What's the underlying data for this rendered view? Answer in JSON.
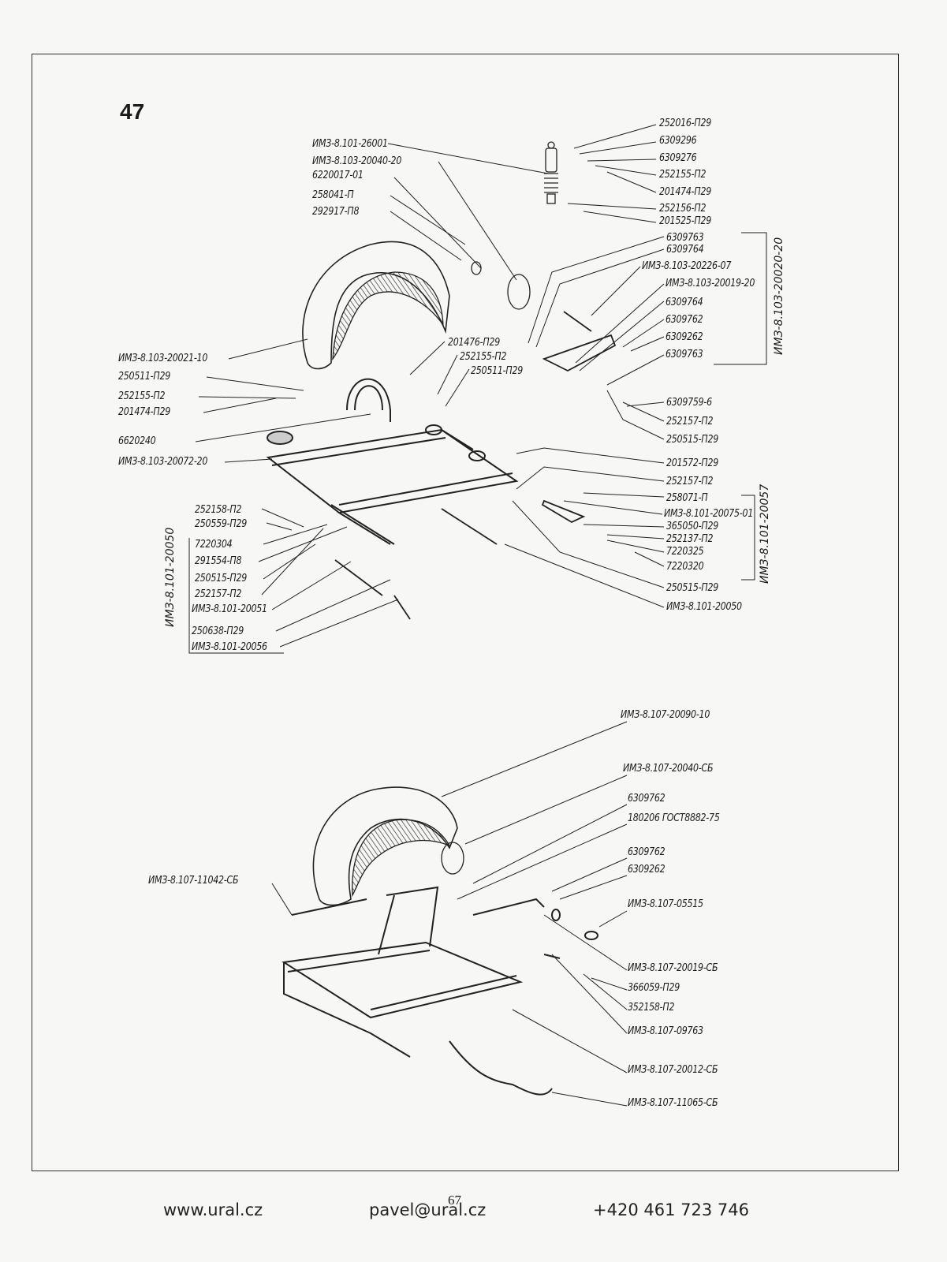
{
  "figure_number": "47",
  "page_number": "67",
  "top_assembly": {
    "left_labels": [
      "ИМЗ-8.101-26001",
      "ИМЗ-8.103-20040-20",
      "6220017-01",
      "258041-П",
      "292917-П8"
    ],
    "right_labels": [
      "252016-П29",
      "6309296",
      "6309276",
      "252155-П2",
      "201474-П29",
      "252156-П2",
      "201525-П29",
      "6309763",
      "6309764",
      "ИМЗ-8.103-20226-07",
      "ИМЗ-8.103-20019-20",
      "6309764",
      "6309762",
      "6309262",
      "6309763"
    ],
    "group_right": "ИМЗ-8.103-20020-20",
    "middle_labels": [
      "201476-П29",
      "252155-П2",
      "250511-П29"
    ],
    "right_lower": [
      "6309759-6",
      "252157-П2",
      "250515-П29"
    ],
    "fender_labels": [
      "ИМЗ-8.103-20021-10",
      "250511-П29",
      "252155-П2",
      "201474-П29",
      "6620240",
      "ИМЗ-8.103-20072-20"
    ],
    "right_bottom": [
      "201572-П29",
      "252157-П2",
      "258071-П",
      "ИМЗ-8.101-20075-01",
      "365050-П29",
      "252137-П2",
      "7220325",
      "7220320"
    ],
    "group_right_bottom": "ИМЗ-8.101-20057",
    "right_tail": [
      "250515-П29",
      "ИМЗ-8.101-20050"
    ],
    "left_bottom": [
      "252158-П2",
      "250559-П29",
      "7220304",
      "291554-П8",
      "250515-П29",
      "252157-П2",
      "ИМЗ-8.101-20051",
      "250638-П29",
      "ИМЗ-8.101-20056"
    ],
    "group_left_bottom": "ИМЗ-8.101-20050"
  },
  "bottom_assembly": {
    "labels": [
      "ИМЗ-8.107-20090-10",
      "ИМЗ-8.107-20040-СБ",
      "6309762",
      "180206 ГОСТ8882-75",
      "6309762",
      "6309262",
      "ИМЗ-8.107-05515",
      "ИМЗ-8.107-20019-СБ",
      "366059-П29",
      "352158-П2",
      "ИМЗ-8.107-09763",
      "ИМЗ-8.107-20012-СБ",
      "ИМЗ-8.107-11065-СБ"
    ],
    "left_label": "ИМЗ-8.107-11042-СБ"
  },
  "footer": {
    "website": "www.ural.cz",
    "email": "pavel@ural.cz",
    "phone": "+420 461 723 746"
  }
}
